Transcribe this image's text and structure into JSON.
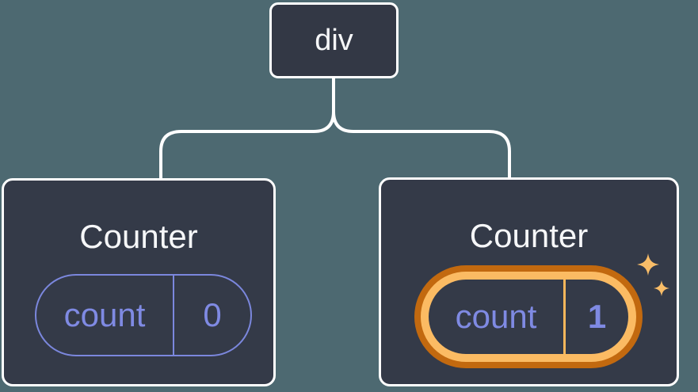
{
  "diagram": {
    "description": "React component tree with state",
    "root": {
      "label": "div"
    },
    "children": [
      {
        "title": "Counter",
        "state_key": "count",
        "state_value": "0",
        "highlighted": false
      },
      {
        "title": "Counter",
        "state_key": "count",
        "state_value": "1",
        "highlighted": true
      }
    ]
  },
  "icons": {
    "sparkle": "✦"
  },
  "colors": {
    "background": "#4d6971",
    "node_fill": "#343a48",
    "node_border": "#ffffff",
    "connector": "#ffffff",
    "title_text": "#f6f7f9",
    "state_accent": "#7b87dd",
    "state_text": "#7f8ae3",
    "highlight_ring_outer": "#c2690f",
    "highlight_ring_inner": "#fbbb63",
    "highlight_divider": "#f9b75b",
    "sparkle": "#f9bd68"
  }
}
